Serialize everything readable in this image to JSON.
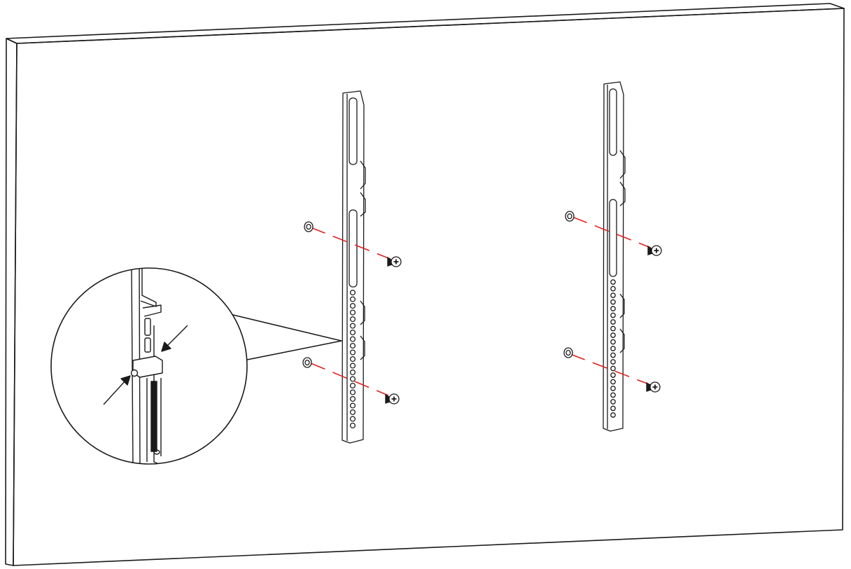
{
  "colors": {
    "background": "#ffffff",
    "line": "#1a1a1a",
    "guide": "#e02020"
  },
  "parts": {
    "wall_panel": "tv-panel-back",
    "brackets": [
      "left-bracket",
      "right-bracket"
    ],
    "anchors": [
      "wall-anchor",
      "wall-anchor",
      "wall-anchor",
      "wall-anchor"
    ],
    "screws": [
      "screw-icon",
      "screw-icon",
      "screw-icon",
      "screw-icon"
    ],
    "detail": "magnified-latch-detail"
  }
}
